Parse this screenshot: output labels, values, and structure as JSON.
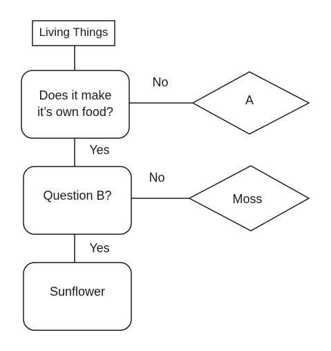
{
  "diagram": {
    "title": "Living Things",
    "question_1": {
      "line1": "Does it make",
      "line2": "it’s own food?"
    },
    "answer_a": "A",
    "question_2": "Question B?",
    "answer_moss": "Moss",
    "result_sunflower": "Sunflower",
    "edge_no_1": "No",
    "edge_yes_1": "Yes",
    "edge_no_2": "No",
    "edge_yes_2": "Yes"
  }
}
